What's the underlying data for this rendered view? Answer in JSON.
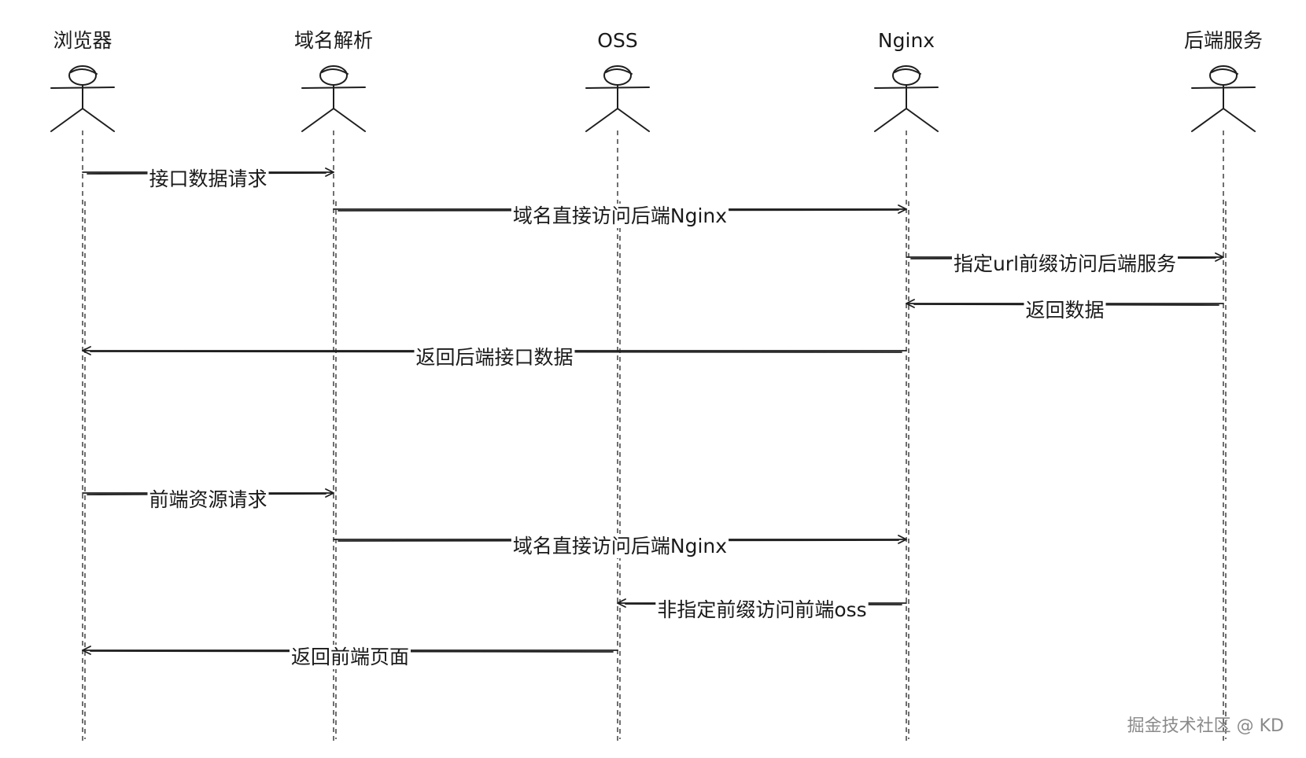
{
  "actors": [
    {
      "id": "browser",
      "label": "浏览器"
    },
    {
      "id": "dns",
      "label": "域名解析"
    },
    {
      "id": "oss",
      "label": "OSS"
    },
    {
      "id": "nginx",
      "label": "Nginx"
    },
    {
      "id": "backend",
      "label": "后端服务"
    }
  ],
  "messages": [
    {
      "from": "browser",
      "to": "dns",
      "label": "接口数据请求"
    },
    {
      "from": "dns",
      "to": "nginx",
      "label": "域名直接访问后端Nginx"
    },
    {
      "from": "nginx",
      "to": "backend",
      "label": "指定url前缀访问后端服务"
    },
    {
      "from": "backend",
      "to": "nginx",
      "label": "返回数据"
    },
    {
      "from": "nginx",
      "to": "browser",
      "label": "返回后端接口数据"
    },
    {
      "from": "browser",
      "to": "dns",
      "label": "前端资源请求"
    },
    {
      "from": "dns",
      "to": "nginx",
      "label": "域名直接访问后端Nginx"
    },
    {
      "from": "nginx",
      "to": "oss",
      "label": "非指定前缀访问前端oss"
    },
    {
      "from": "oss",
      "to": "browser",
      "label": "返回前端页面"
    }
  ],
  "watermark": "掘金技术社区 @ KD"
}
